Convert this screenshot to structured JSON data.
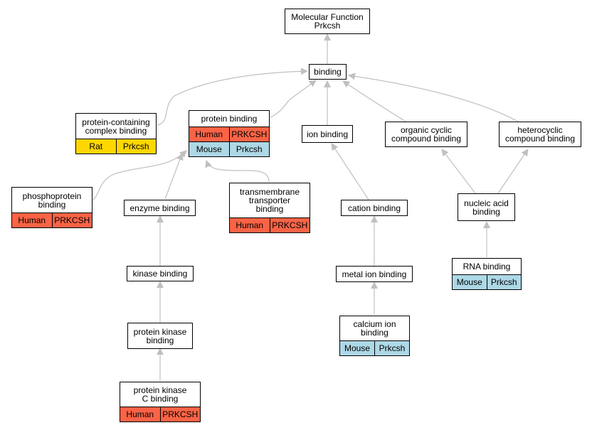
{
  "colors": {
    "human": "#fa6346",
    "mouse": "#add8e6",
    "rat": "#ffd700",
    "edge": "#c0c0c0"
  },
  "nodes": {
    "root": {
      "label": "Molecular Function\nPrkcsh",
      "annotations": []
    },
    "binding": {
      "label": "binding",
      "annotations": []
    },
    "pcb": {
      "label": "protein-containing\ncomplex binding",
      "annotations": [
        {
          "species": "Rat",
          "gene": "Prkcsh",
          "color": "rat"
        }
      ]
    },
    "pb": {
      "label": "protein binding",
      "annotations": [
        {
          "species": "Human",
          "gene": "PRKCSH",
          "color": "human"
        },
        {
          "species": "Mouse",
          "gene": "Prkcsh",
          "color": "mouse"
        }
      ]
    },
    "ion": {
      "label": "ion binding",
      "annotations": []
    },
    "ocb": {
      "label": "organic cyclic\ncompound binding",
      "annotations": []
    },
    "hcb": {
      "label": "heterocyclic\ncompound binding",
      "annotations": []
    },
    "ppb": {
      "label": "phosphoprotein\nbinding",
      "annotations": [
        {
          "species": "Human",
          "gene": "PRKCSH",
          "color": "human"
        }
      ]
    },
    "enz": {
      "label": "enzyme binding",
      "annotations": []
    },
    "ttb": {
      "label": "transmembrane\ntransporter\nbinding",
      "annotations": [
        {
          "species": "Human",
          "gene": "PRKCSH",
          "color": "human"
        }
      ]
    },
    "cat": {
      "label": "cation binding",
      "annotations": []
    },
    "nab": {
      "label": "nucleic acid\nbinding",
      "annotations": []
    },
    "kin": {
      "label": "kinase binding",
      "annotations": []
    },
    "mib": {
      "label": "metal ion binding",
      "annotations": []
    },
    "rna": {
      "label": "RNA binding",
      "annotations": [
        {
          "species": "Mouse",
          "gene": "Prkcsh",
          "color": "mouse"
        }
      ]
    },
    "pkb": {
      "label": "protein kinase\nbinding",
      "annotations": []
    },
    "cib": {
      "label": "calcium ion\nbinding",
      "annotations": [
        {
          "species": "Mouse",
          "gene": "Prkcsh",
          "color": "mouse"
        }
      ]
    },
    "pkc": {
      "label": "protein kinase\nC binding",
      "annotations": [
        {
          "species": "Human",
          "gene": "PRKCSH",
          "color": "human"
        }
      ]
    }
  },
  "edges": [
    {
      "from": "binding",
      "to": "root"
    },
    {
      "from": "pcb",
      "to": "binding"
    },
    {
      "from": "pb",
      "to": "binding"
    },
    {
      "from": "ion",
      "to": "binding"
    },
    {
      "from": "ocb",
      "to": "binding"
    },
    {
      "from": "hcb",
      "to": "binding"
    },
    {
      "from": "ppb",
      "to": "pb"
    },
    {
      "from": "enz",
      "to": "pb"
    },
    {
      "from": "ttb",
      "to": "pb"
    },
    {
      "from": "cat",
      "to": "ion"
    },
    {
      "from": "nab",
      "to": "ocb"
    },
    {
      "from": "nab",
      "to": "hcb"
    },
    {
      "from": "kin",
      "to": "enz"
    },
    {
      "from": "mib",
      "to": "cat"
    },
    {
      "from": "rna",
      "to": "nab"
    },
    {
      "from": "pkb",
      "to": "kin"
    },
    {
      "from": "cib",
      "to": "mib"
    },
    {
      "from": "pkc",
      "to": "pkb"
    }
  ]
}
